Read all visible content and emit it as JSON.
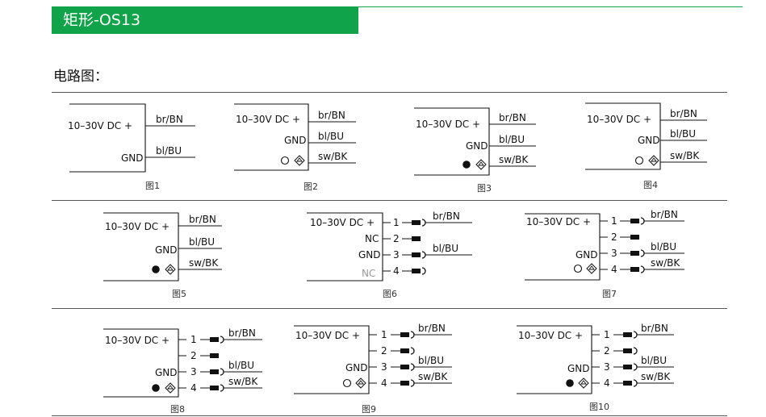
{
  "header": {
    "title": "矩形-OS13"
  },
  "section": {
    "title": "电路图："
  },
  "common": {
    "supply": "10–30V  DC +",
    "gnd": "GND",
    "nc": "NC",
    "pin1": "1",
    "pin2": "2",
    "pin3": "3",
    "pin4": "4",
    "wire_br": "br/BN",
    "wire_bl": "bl/BU",
    "wire_sw": "sw/BK"
  },
  "figures": [
    {
      "label": "图1"
    },
    {
      "label": "图2"
    },
    {
      "label": "图3"
    },
    {
      "label": "图4"
    },
    {
      "label": "图5"
    },
    {
      "label": "图6"
    },
    {
      "label": "图7"
    },
    {
      "label": "图8"
    },
    {
      "label": "图9"
    },
    {
      "label": "图10"
    }
  ]
}
